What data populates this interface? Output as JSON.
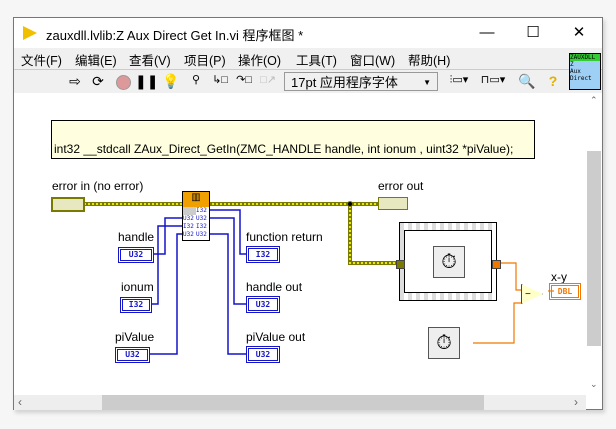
{
  "window": {
    "title": "zauxdll.lvlib:Z Aux Direct Get In.vi 程序框图 *",
    "minimize": "—",
    "maximize": "☐",
    "close": "✕"
  },
  "menu": [
    "文件(F)",
    "编辑(E)",
    "查看(V)",
    "项目(P)",
    "操作(O)",
    "工具(T)",
    "窗口(W)",
    "帮助(H)"
  ],
  "toolbar": {
    "font": "17pt 应用程序字体"
  },
  "vi_icon": {
    "lines": [
      "ZAUXDLL",
      "Z",
      "Aux",
      "Direct"
    ]
  },
  "diagram": {
    "comment": "int32 __stdcall ZAux_Direct_GetIn(ZMC_HANDLE handle, int ionum , uint32 *piValue);",
    "labels": {
      "error_in": "error in (no error)",
      "error_out": "error out",
      "handle": "handle",
      "ionum": "ionum",
      "pivalue": "piValue",
      "function_return": "function return",
      "handle_out": "handle out",
      "pivalue_out": "piValue out",
      "xy": "x-y"
    },
    "types": {
      "u32": "U32",
      "i32": "I32",
      "dbl": "DBL",
      "minus": "−"
    },
    "colors": {
      "wire_int": "#1414c8",
      "wire_err": "#c8c800",
      "wire_dbl": "#f07800",
      "clfn": "#f0a000"
    }
  }
}
